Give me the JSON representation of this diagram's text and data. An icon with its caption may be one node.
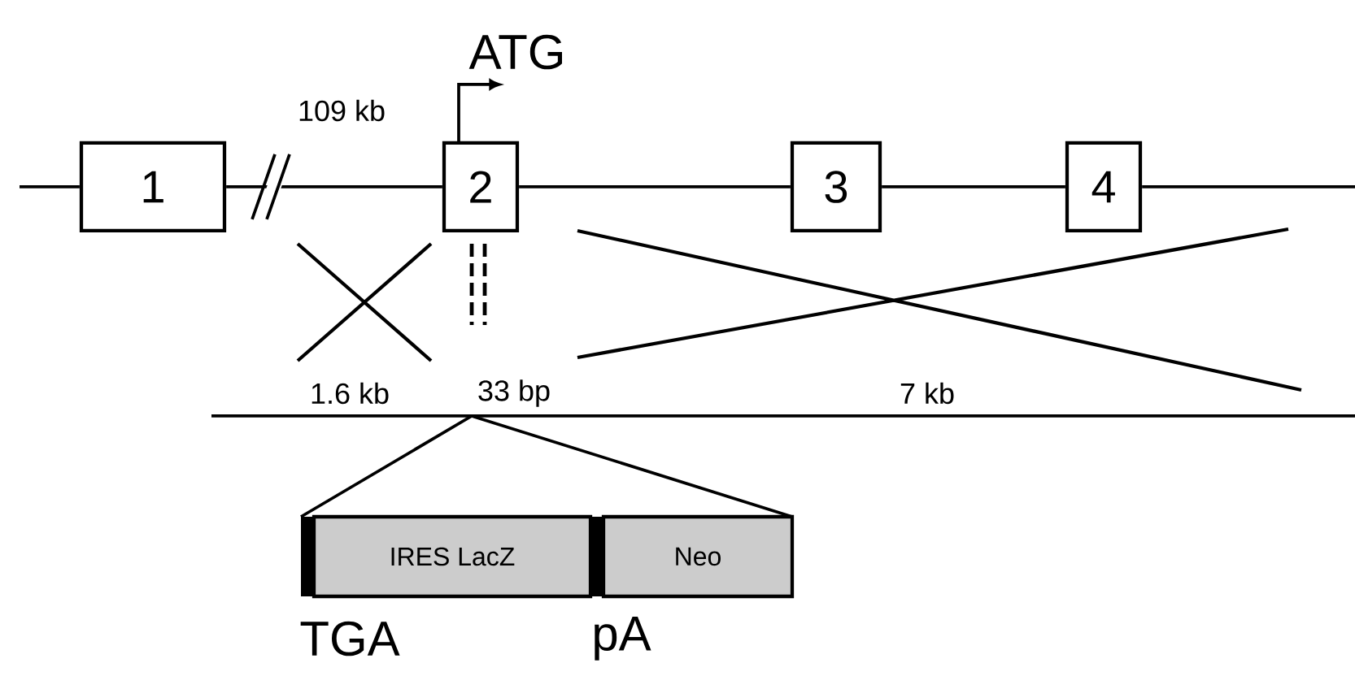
{
  "diagram": {
    "nodes": [
      {
        "text": [
          "1"
        ]
      },
      {
        "text": [
          "2"
        ]
      },
      {
        "text": [
          "3"
        ]
      },
      {
        "text": [
          "4"
        ]
      },
      {
        "text": [
          "IRES LacZ"
        ]
      },
      {
        "text": [
          "Neo"
        ]
      }
    ],
    "edges": [
      {
        "from": null,
        "to": 0,
        "arrow": "none"
      },
      {
        "from": 0,
        "to": 1,
        "arrow": "none"
      },
      {
        "from": 1,
        "to": 2,
        "arrow": "none"
      },
      {
        "from": 2,
        "to": 3,
        "arrow": "none"
      },
      {
        "from": 3,
        "to": null,
        "arrow": "none"
      }
    ],
    "labels": [
      "ATG",
      "109 kb",
      "1.6 kb",
      "33 bp",
      "7 kb",
      "TGA",
      "pA"
    ]
  }
}
